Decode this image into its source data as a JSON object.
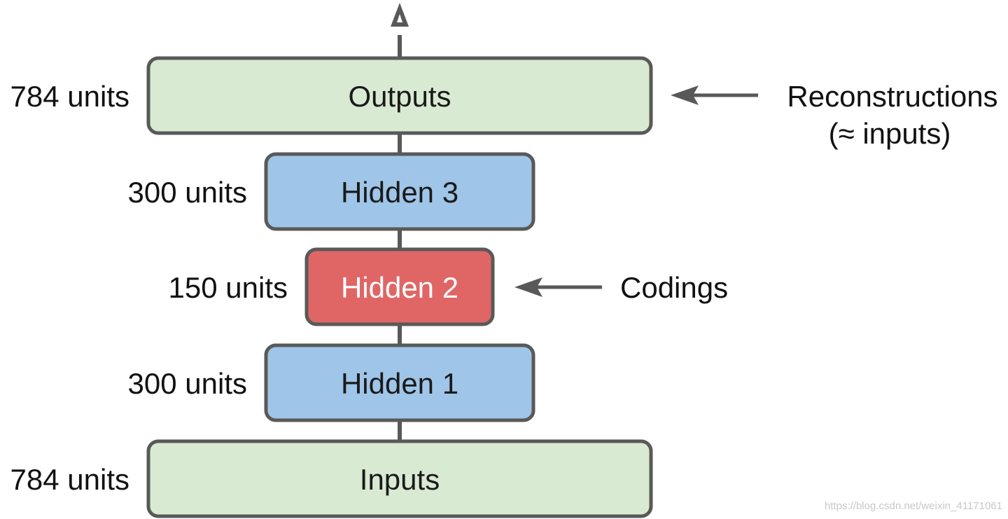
{
  "colors": {
    "io_fill": "#d9ead3",
    "hidden_fill": "#9fc5e8",
    "coding_fill": "#e06666",
    "stroke": "#595959"
  },
  "layers": {
    "outputs": {
      "label": "Outputs",
      "units": "784 units"
    },
    "hidden3": {
      "label": "Hidden 3",
      "units": "300 units"
    },
    "hidden2": {
      "label": "Hidden 2",
      "units": "150 units"
    },
    "hidden1": {
      "label": "Hidden 1",
      "units": "300 units"
    },
    "inputs": {
      "label": "Inputs",
      "units": "784 units"
    }
  },
  "annotations": {
    "reconstructions_line1": "Reconstructions",
    "reconstructions_line2": "(≈ inputs)",
    "codings": "Codings"
  },
  "watermark": "https://blog.csdn.net/weixin_41171061"
}
